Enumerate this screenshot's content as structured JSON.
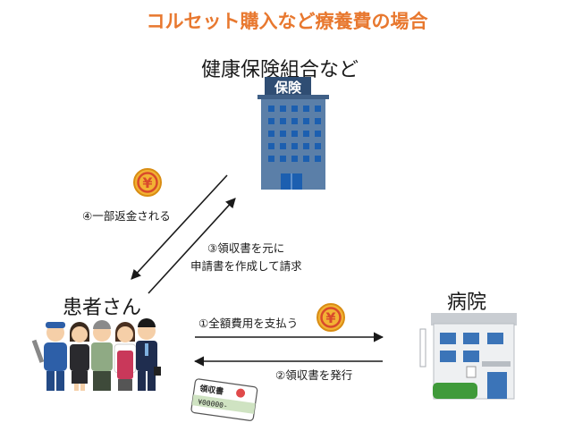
{
  "title": "コルセット購入など療養費の場合",
  "nodes": {
    "insurer": {
      "label": "健康保険組合など",
      "sign": "保険"
    },
    "patient": {
      "label": "患者さん"
    },
    "hospital": {
      "label": "病院"
    }
  },
  "flows": {
    "pay": {
      "label": "①全額費用を支払う"
    },
    "receipt": {
      "label": "②領収書を発行"
    },
    "claim": {
      "line1": "③領収書を元に",
      "line2": "申請書を作成して請求"
    },
    "refund": {
      "label": "④一部返金される"
    }
  },
  "receipt_card": {
    "title": "領収書",
    "amount": "¥00000-"
  },
  "coin_symbol": "¥",
  "colors": {
    "title": "#e8782f",
    "building": "#5b7fa8",
    "coin": "#f2b234",
    "arrow": "#1a1a1a"
  }
}
